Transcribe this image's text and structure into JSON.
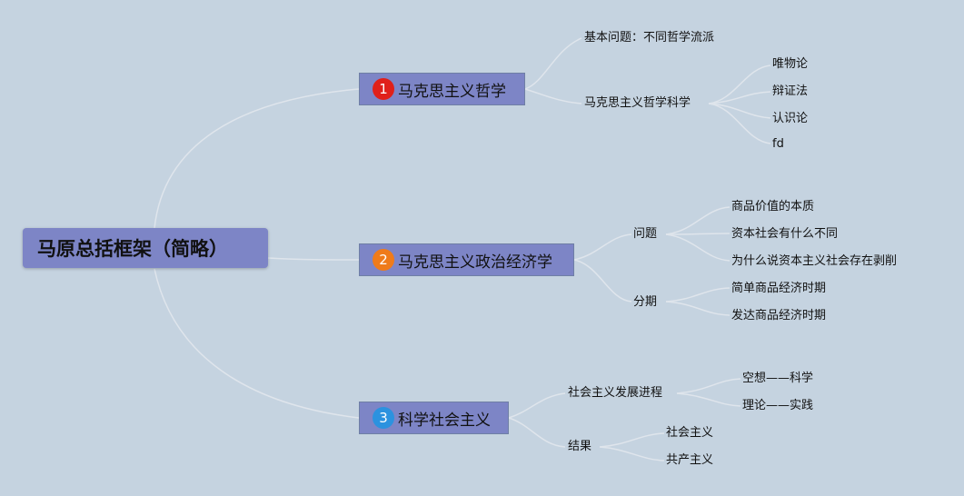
{
  "root": {
    "label": "马原总括框架（简略）"
  },
  "colors": {
    "node_fill": "#7d85c6",
    "badge_1": "#e0201a",
    "badge_2": "#ef7b1a",
    "badge_3": "#2c92df",
    "background": "#c5d3e0"
  },
  "branches": [
    {
      "number": "1",
      "label": "马克思主义哲学",
      "children": [
        {
          "label": "基本问题：不同哲学流派",
          "children": []
        },
        {
          "label": "马克思主义哲学科学",
          "children": [
            {
              "label": "唯物论"
            },
            {
              "label": "辩证法"
            },
            {
              "label": "认识论"
            },
            {
              "label": "fd"
            }
          ]
        }
      ]
    },
    {
      "number": "2",
      "label": "马克思主义政治经济学",
      "children": [
        {
          "label": "问题",
          "children": [
            {
              "label": "商品价值的本质"
            },
            {
              "label": "资本社会有什么不同"
            },
            {
              "label": "为什么说资本主义社会存在剥削"
            }
          ]
        },
        {
          "label": "分期",
          "children": [
            {
              "label": "简单商品经济时期"
            },
            {
              "label": "发达商品经济时期"
            }
          ]
        }
      ]
    },
    {
      "number": "3",
      "label": "科学社会主义",
      "children": [
        {
          "label": "社会主义发展进程",
          "children": [
            {
              "label": "空想——科学"
            },
            {
              "label": "理论——实践"
            }
          ]
        },
        {
          "label": "结果",
          "children": [
            {
              "label": "社会主义"
            },
            {
              "label": "共产主义"
            }
          ]
        }
      ]
    }
  ]
}
